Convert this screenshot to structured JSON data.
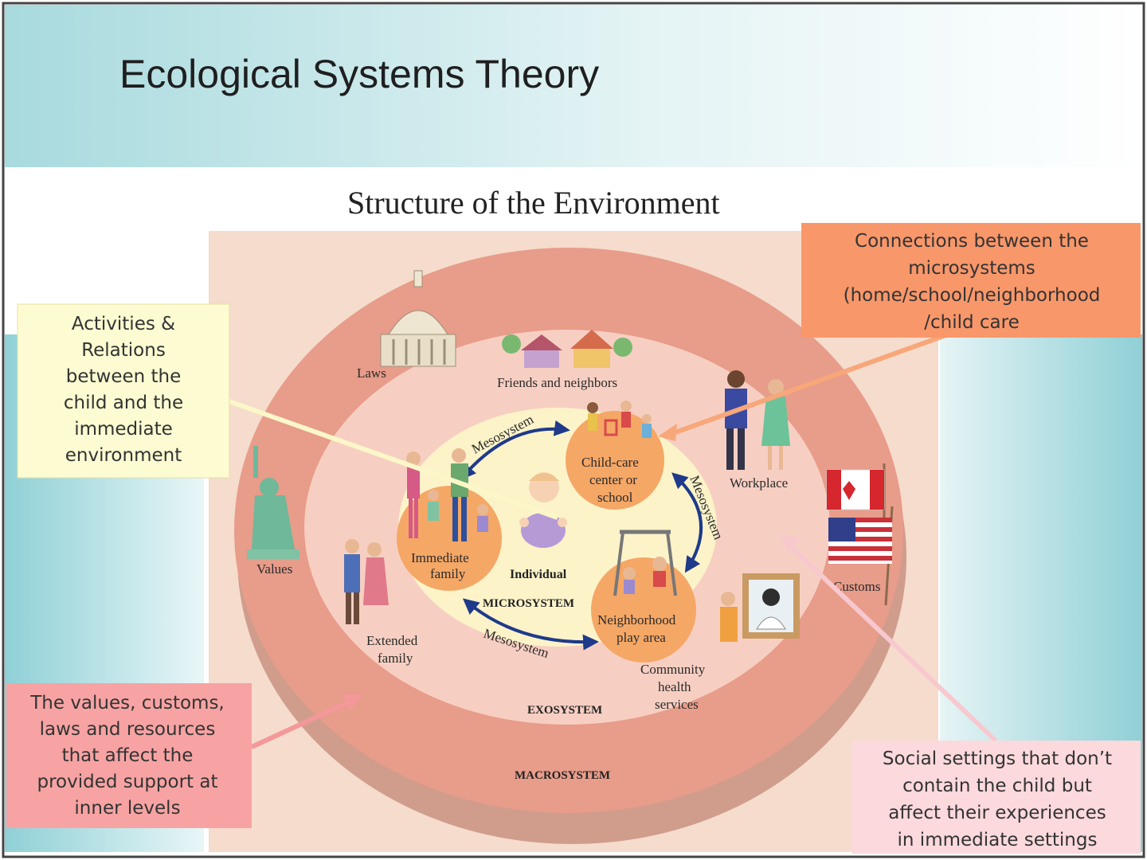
{
  "slide": {
    "title": "Ecological Systems Theory",
    "subtitle": "Structure of the Environment"
  },
  "diagram": {
    "center": {
      "label": "Individual"
    },
    "microsystem": {
      "label": "MICROSYSTEM",
      "settings": [
        {
          "lines": [
            "Immediate",
            "family"
          ]
        },
        {
          "lines": [
            "Child-care",
            "center or",
            "school"
          ]
        },
        {
          "lines": [
            "Neighborhood",
            "play area"
          ]
        }
      ]
    },
    "mesosystem": {
      "labels": [
        "Mesosystem",
        "Mesosystem",
        "Mesosystem"
      ]
    },
    "exosystem": {
      "label": "EXOSYSTEM",
      "items": {
        "friends": "Friends and neighbors",
        "workplace": "Workplace",
        "extended_family": [
          "Extended",
          "family"
        ],
        "community": [
          "Community",
          "health",
          "services"
        ]
      }
    },
    "macrosystem": {
      "label": "MACROSYSTEM",
      "items": {
        "laws": "Laws",
        "values": "Values",
        "customs": "Customs"
      }
    }
  },
  "callouts": {
    "micro": {
      "lines": [
        "Activities &",
        "Relations",
        "between the",
        "child and the",
        "immediate",
        "environment"
      ],
      "color": "#fdfbd2"
    },
    "meso": {
      "lines": [
        "Connections between the",
        "microsystems",
        "(home/school/neighborhood",
        "/child care"
      ],
      "color": "#f8976a"
    },
    "macro": {
      "lines": [
        "The values, customs,",
        "laws and resources",
        "that affect the",
        "provided support at",
        "inner levels"
      ],
      "color": "#f7a3a3"
    },
    "exo": {
      "lines": [
        "Social settings that don’t",
        "contain the child but",
        "affect their experiences",
        "in immediate settings"
      ],
      "color": "#fbd9dd"
    }
  },
  "colors": {
    "header_top": "#bfe3e6",
    "outer_ring": "#e89c8a",
    "exosystem_area": "#f7cfc2",
    "microsystem_area": "#fcf3c9",
    "setting_circle": "#f5a766",
    "arrow": "#1f3a8a"
  }
}
